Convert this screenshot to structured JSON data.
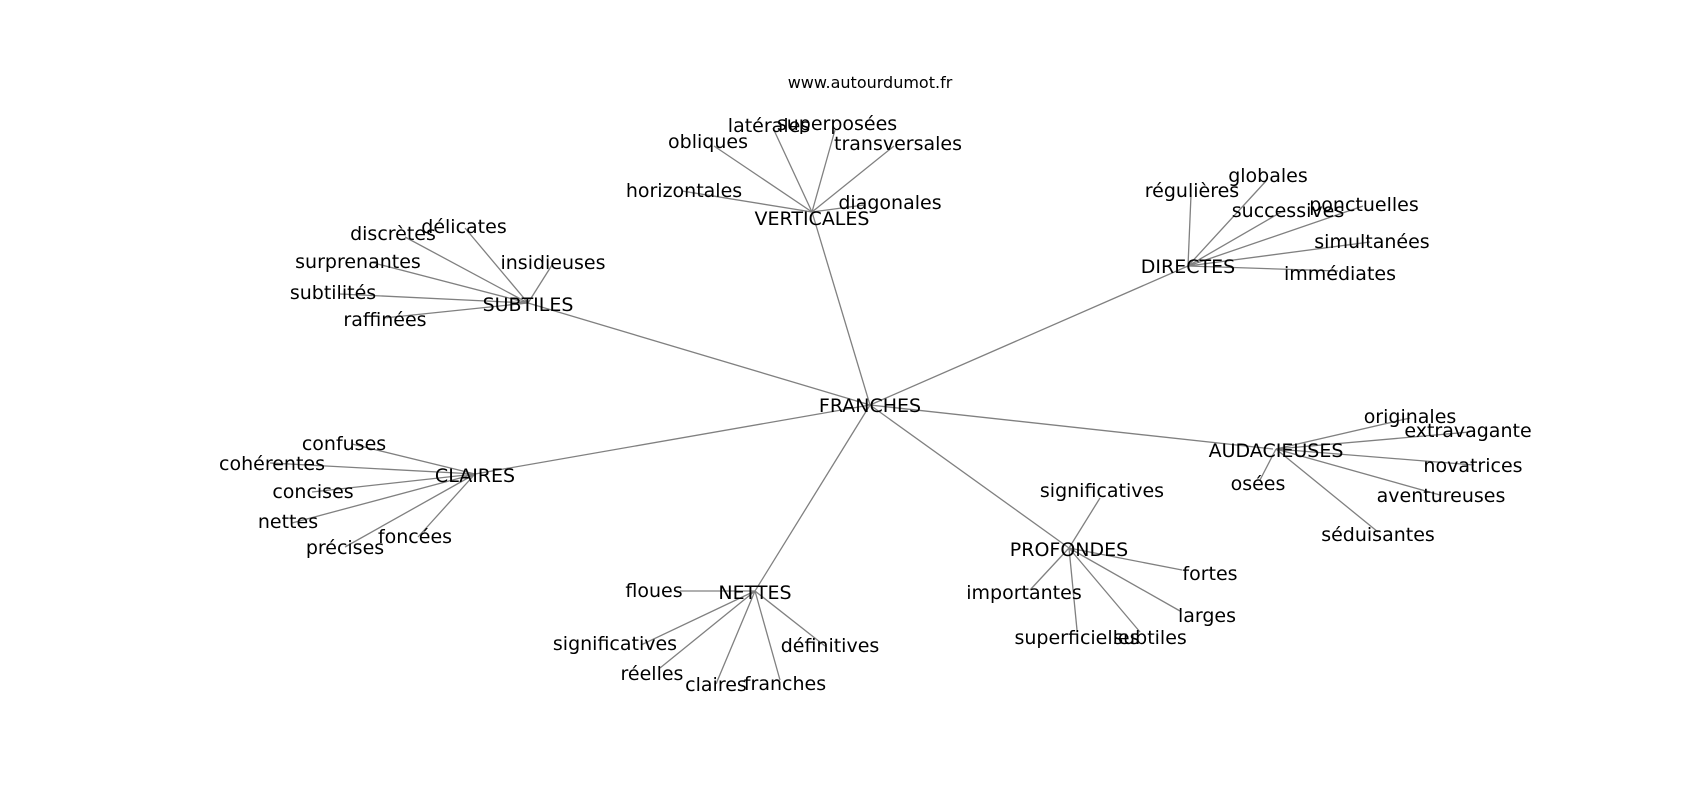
{
  "watermark": "www.autourdumot.fr",
  "center": "FRANCHES",
  "groups": [
    {
      "hub": "VERTICALES",
      "leaves": [
        "latérales",
        "superposées",
        "obliques",
        "transversales",
        "horizontales",
        "diagonales"
      ]
    },
    {
      "hub": "SUBTILES",
      "leaves": [
        "délicates",
        "discrètes",
        "insidieuses",
        "surprenantes",
        "subtilités",
        "raffinées"
      ]
    },
    {
      "hub": "DIRECTES",
      "leaves": [
        "globales",
        "régulières",
        "successives",
        "ponctuelles",
        "simultanées",
        "immédiates"
      ]
    },
    {
      "hub": "AUDACIEUSES",
      "leaves": [
        "originales",
        "extravagante",
        "novatrices",
        "osées",
        "aventureuses",
        "séduisantes"
      ]
    },
    {
      "hub": "CLAIRES",
      "leaves": [
        "confuses",
        "cohérentes",
        "concises",
        "nettes",
        "foncées",
        "précises"
      ]
    },
    {
      "hub": "PROFONDES",
      "leaves": [
        "significatives",
        "fortes",
        "importantes",
        "larges",
        "superficielles",
        "subtiles"
      ]
    },
    {
      "hub": "NETTES",
      "leaves": [
        "floues",
        "significatives",
        "définitives",
        "réelles",
        "claires",
        "franches"
      ]
    }
  ]
}
